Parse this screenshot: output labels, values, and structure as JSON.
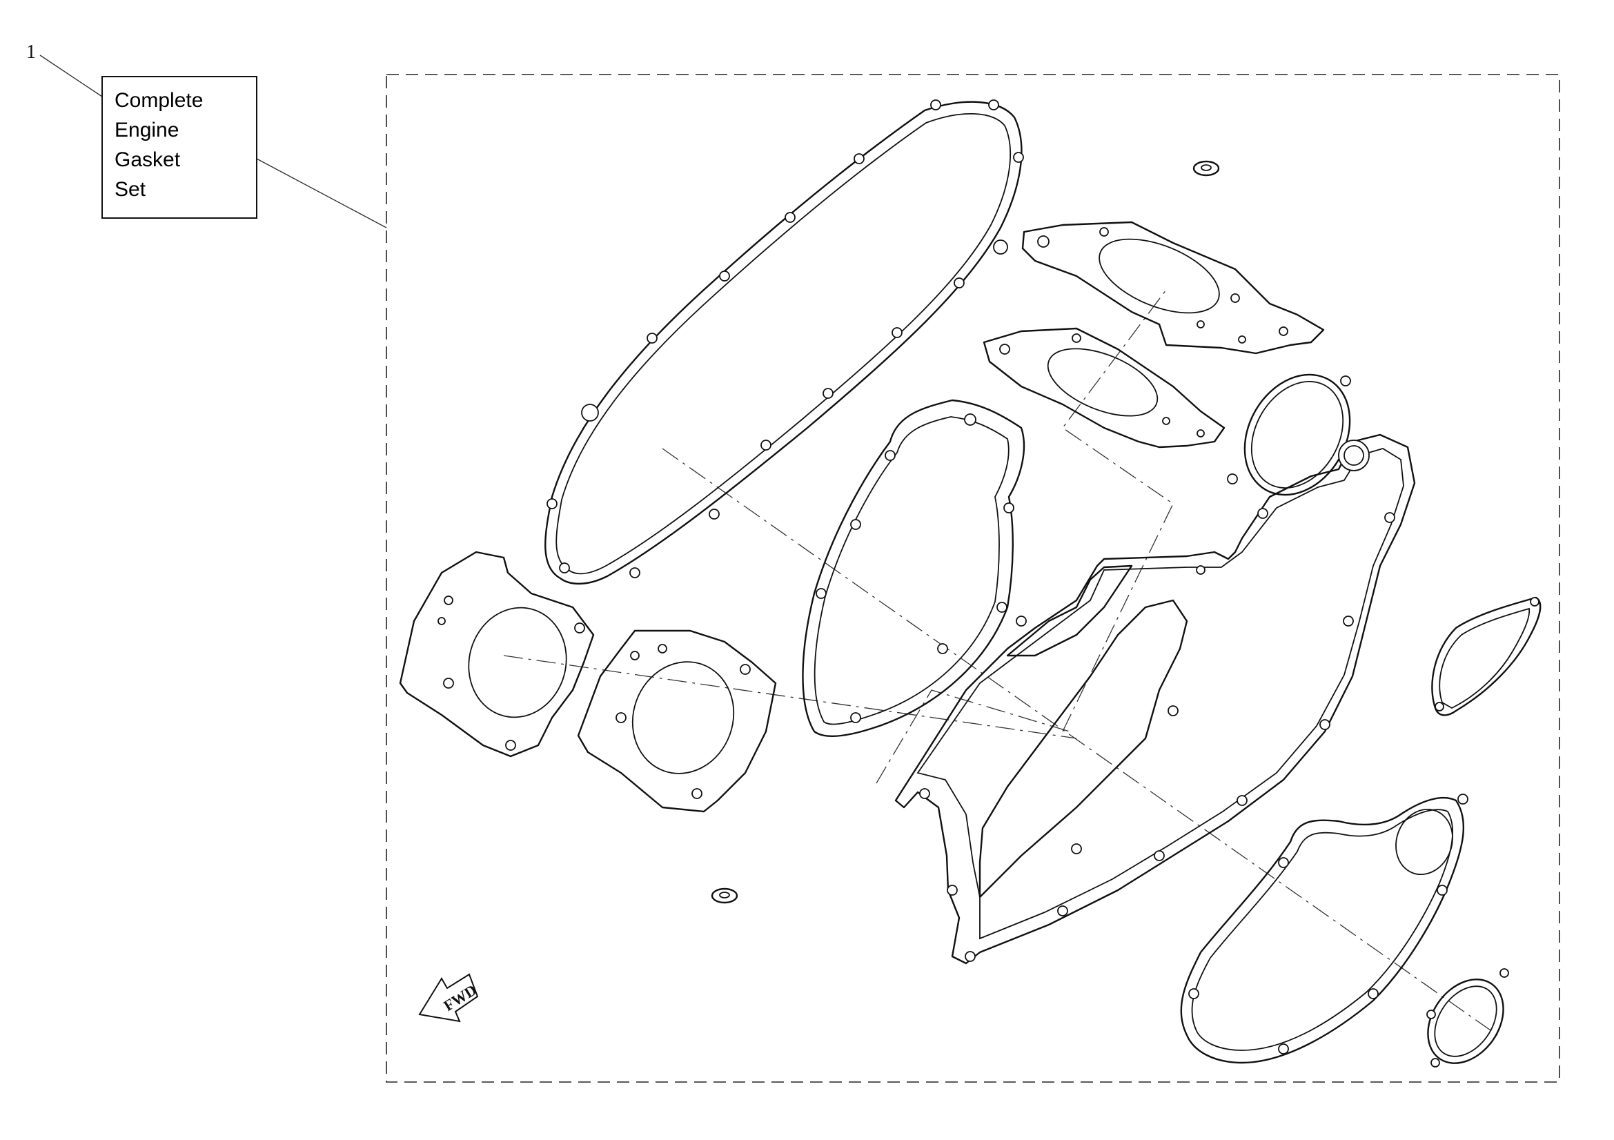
{
  "callout": {
    "number": "1"
  },
  "label": {
    "lines": [
      "Complete",
      "Engine",
      "Gasket",
      "Set"
    ]
  },
  "fwd_arrow": {
    "text": "FWD"
  },
  "colors": {
    "line": "#111111",
    "background": "#ffffff"
  },
  "icons": {
    "direction": "fwd-arrow-icon"
  }
}
